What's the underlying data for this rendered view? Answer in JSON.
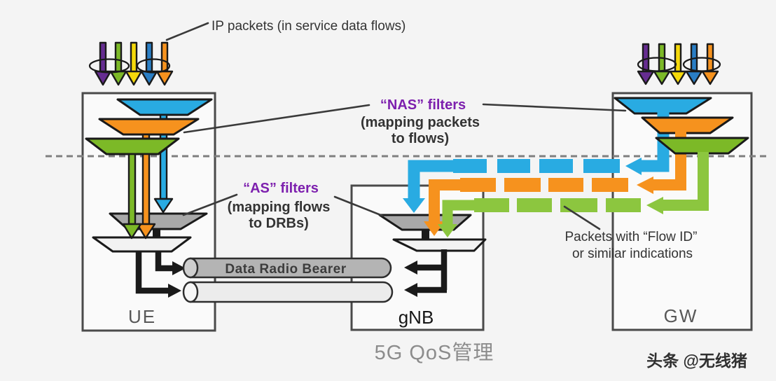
{
  "colors": {
    "blue": "#29ABE2",
    "orange": "#F6921E",
    "green": "#7CB927",
    "flow_green": "#8CC63F",
    "deep_blue": "#2A7EC5",
    "purple": "#662D91",
    "yellow": "#F5D90A",
    "purple_text": "#7D20AE",
    "funnel_gray": "#A9A9A9",
    "funnel_light": "#F2F2F2",
    "box_stroke": "#4A4A4A",
    "box_fill": "#FAFAFA",
    "ink": "#1A1A1A",
    "line": "#3A3A3A",
    "dash_line": "#7F7F7F",
    "text_dark": "#333333",
    "text_gray": "#585858",
    "title_gray": "#8C8C8C"
  },
  "annotations": {
    "ip_packets": "IP packets (in service data flows)",
    "nas": {
      "title": "“NAS” filters",
      "line1": "(mapping packets",
      "line2": "to flows)"
    },
    "as": {
      "title": "“AS” filters",
      "line1": "(mapping flows",
      "line2": "to DRBs)"
    },
    "flow_id": {
      "line1": "Packets with “Flow ID”",
      "line2": "or similar indications"
    }
  },
  "bearer": {
    "label": "Data Radio Bearer"
  },
  "nodes": {
    "ue": "UE",
    "gnb": "gNB",
    "gw": "GW"
  },
  "footer": {
    "title": "5G QoS管理",
    "watermark": "头条 @无线猪"
  }
}
